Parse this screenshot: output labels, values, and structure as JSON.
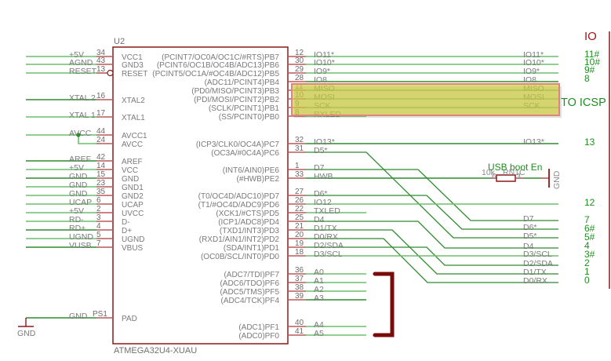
{
  "component": {
    "ref": "U2",
    "part": "ATMEGA32U4-XUAU"
  },
  "left_pins": [
    {
      "net": "+5V",
      "pin": "34",
      "name": "VCC1"
    },
    {
      "net": "AGND",
      "pin": "43",
      "name": "GND3"
    },
    {
      "net": "RESET",
      "pin": "13",
      "name": "RESET",
      "bubble": true
    },
    {
      "net": "XTAL 2",
      "pin": "16",
      "name": "XTAL2"
    },
    {
      "net": "XTAL 1",
      "pin": "17",
      "name": "XTAL1"
    },
    {
      "net": "AVCC",
      "pin": "44",
      "name": "AVCC1"
    },
    {
      "net": "",
      "pin": "24",
      "name": "AVCC"
    },
    {
      "net": "AREF",
      "pin": "42",
      "name": "AREF"
    },
    {
      "net": "+5V",
      "pin": "14",
      "name": "VCC"
    },
    {
      "net": "GND",
      "pin": "15",
      "name": "GND"
    },
    {
      "net": "GND",
      "pin": "23",
      "name": "GND1"
    },
    {
      "net": "GND",
      "pin": "35",
      "name": "GND2"
    },
    {
      "net": "UCAP",
      "pin": "6",
      "name": "UCAP"
    },
    {
      "net": "+5V",
      "pin": "2",
      "name": "UVCC"
    },
    {
      "net": "RD-",
      "pin": "3",
      "name": "D-"
    },
    {
      "net": "RD+",
      "pin": "4",
      "name": "D+"
    },
    {
      "net": "UGND",
      "pin": "5",
      "name": "UGND"
    },
    {
      "net": "VUSB",
      "pin": "7",
      "name": "VBUS"
    },
    {
      "net": "GND",
      "pin": "PS1",
      "name": "PAD"
    }
  ],
  "right_pins": [
    {
      "pin": "12",
      "name": "(PCINT7/OC0A/OC1C/#RTS)PB7",
      "net": "IO11*"
    },
    {
      "pin": "30",
      "name": "(PCINT6/OC1B/OC4B/ADC13)PB6",
      "net": "IO10*"
    },
    {
      "pin": "29",
      "name": "(PCINT5/OC1A/#OC4B/ADC12)PB5",
      "net": "IO9*"
    },
    {
      "pin": "28",
      "name": "(ADC11/PCINT4)PB4",
      "net": "IO8"
    },
    {
      "pin": "11",
      "name": "(PD0/MISO/PCINT3)PB3",
      "net": "MISO"
    },
    {
      "pin": "10",
      "name": "(PDI/MOSI/PCINT2)PB2",
      "net": "MOSI"
    },
    {
      "pin": "9",
      "name": "(SCLK/PCINT1)PB1",
      "net": "SCK"
    },
    {
      "pin": "8",
      "name": "(SS/PCINT0)PB0",
      "net": "RXLED"
    },
    {
      "pin": "32",
      "name": "(ICP3/CLK0/OC4A)PC7",
      "net": "IO13*"
    },
    {
      "pin": "31",
      "name": "(OC3A/#0C4A)PC6",
      "net": "D5*"
    },
    {
      "pin": "1",
      "name": "(INT6/AIN0)PE6",
      "net": "D7"
    },
    {
      "pin": "33",
      "name": "(#HWB)PE2",
      "net": "HWB"
    },
    {
      "pin": "27",
      "name": "(T0/OC4D/ADC10)PD7",
      "net": "D6*"
    },
    {
      "pin": "26",
      "name": "(T1/#OC4D/ADC9)PD6",
      "net": "IO12"
    },
    {
      "pin": "22",
      "name": "(XCK1/#CTS)PD5",
      "net": "TXLED"
    },
    {
      "pin": "25",
      "name": "(ICP1/ADC8)PD4",
      "net": "D4"
    },
    {
      "pin": "21",
      "name": "(TXD1/INT3)PD3",
      "net": "D1/TX"
    },
    {
      "pin": "20",
      "name": "(RXD1/AIN1/INT2)PD2",
      "net": "D0/RX"
    },
    {
      "pin": "19",
      "name": "(SDA/INT1)PD1",
      "net": "D2/SDA"
    },
    {
      "pin": "18",
      "name": "(OC0B/SCL/INT0)PD0",
      "net": "D3/SCL"
    },
    {
      "pin": "36",
      "name": "(ADC7/TDI)PF7",
      "net": "A0"
    },
    {
      "pin": "37",
      "name": "(ADC6/TDO)PF6",
      "net": "A1"
    },
    {
      "pin": "38",
      "name": "(ADC5/TMS)PF5",
      "net": "A2"
    },
    {
      "pin": "39",
      "name": "(ADC4/TCK)PF4",
      "net": "A3"
    },
    {
      "pin": "40",
      "name": "(ADC1)PF1",
      "net": "A4"
    },
    {
      "pin": "41",
      "name": "(ADC0)PF0",
      "net": "A5"
    }
  ],
  "end_labels": [
    "IO11*",
    "IO10*",
    "IO9*",
    "IO8",
    "MISO",
    "MOSI",
    "SCK",
    "IO13*",
    "D7",
    "D6*",
    "D5*",
    "D4",
    "D3/SCL",
    "D2/SDA",
    "D1/TX",
    "D0/RX"
  ],
  "header": {
    "title": "IO",
    "icsp_label": "TO ICSP",
    "pins": [
      "11#",
      "10#",
      "9#",
      "8",
      "13",
      "12",
      "7",
      "6#",
      "5#",
      "4",
      "3#",
      "2",
      "1",
      "0"
    ]
  },
  "resistor": {
    "label": "USB boot En",
    "value": "10k",
    "ref": "RN1C",
    "pin_a": "6",
    "pin_b": "3",
    "gnd_label": "GND"
  },
  "pad_ground": {
    "symbol_label": "GND"
  },
  "colors": {
    "part_outline": "#8b1a1a",
    "pin_stub": "#b85a5a",
    "wire": "#6dbd6d",
    "wire_dark": "#2e8b2e",
    "highlight_fill": "#cfcf45",
    "highlight_border": "#e0857a",
    "bracket": "#7a0b0b"
  }
}
